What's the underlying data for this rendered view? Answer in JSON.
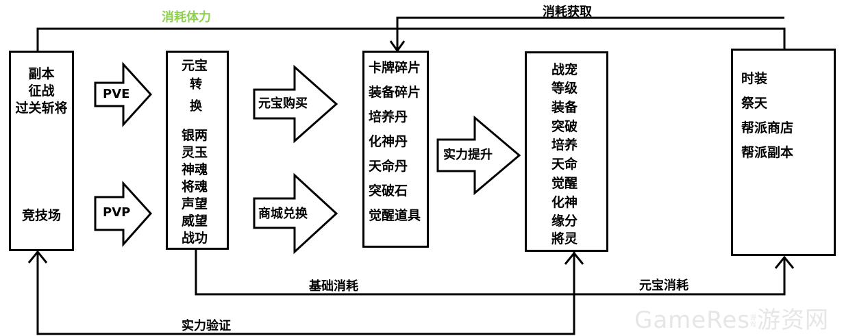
{
  "top_labels": {
    "consume_stamina": "消耗体力",
    "consume_obtain": "消耗获取"
  },
  "bottom_labels": {
    "basic_consume": "基础消耗",
    "yuanbao_consume": "元宝消耗",
    "strength_verify": "实力验证"
  },
  "arrows": {
    "pve": "PVE",
    "pvp": "PVP",
    "yuanbao_buy": "元宝购买",
    "shop_exchange": "商城兑换",
    "strength_up": "实力提升",
    "convert_1": "转",
    "convert_2": "换"
  },
  "box1": {
    "items_top": [
      "副本",
      "征战",
      "过关斩将"
    ],
    "item_bottom": "竞技场"
  },
  "box2": {
    "title": "元宝",
    "items": [
      "银两",
      "灵玉",
      "神魂",
      "将魂",
      "声望",
      "威望",
      "战功"
    ]
  },
  "box3": {
    "items": [
      "卡牌碎片",
      "装备碎片",
      "培养丹",
      "化神丹",
      "天命丹",
      "突破石",
      "觉醒道具"
    ]
  },
  "box4": {
    "items": [
      "战宠",
      "等级",
      "装备",
      "突破",
      "培养",
      "天命",
      "觉醒",
      "化神",
      "缘分",
      "將灵"
    ]
  },
  "box5": {
    "items": [
      "时装",
      "祭天",
      "帮派商店",
      "帮派副本"
    ]
  },
  "watermark": {
    "brand": "GameRes",
    "small": "游戏",
    "cn": "游资网"
  },
  "colors": {
    "line": "#000000",
    "highlight": "#8fd14f",
    "watermark": "#e6e6e6"
  }
}
